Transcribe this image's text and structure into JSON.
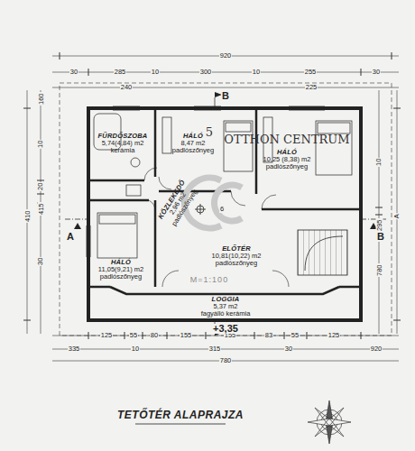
{
  "diagram": {
    "title": "TETŐTÉR ALAPRAJZA",
    "nodes": [
      {
        "text": [
          "FÜRDŐSZOBA",
          "5,74(4,84) m2",
          "kerámia"
        ]
      },
      {
        "text": [
          "HÁLÓ",
          "8,47 m2",
          "padlószőnyeg"
        ]
      },
      {
        "text": [
          "HÁLÓ",
          "10,25 (8,38) m2",
          "padlószőnyeg"
        ]
      },
      {
        "text": [
          "KÖZLEKEDŐ",
          "2,96 m2",
          "padlószőnyeg"
        ]
      },
      {
        "text": [
          "HÁLÓ",
          "11,05(9,21) m2",
          "padlószőnyeg"
        ]
      },
      {
        "text": [
          "ELŐTÉR",
          "10,81(10,22) m2",
          "padlószőnyeg"
        ]
      },
      {
        "text": [
          "LOGGIA",
          "5,37 m2",
          "fagyálló kerámia"
        ]
      }
    ],
    "labels": [
      "920",
      "30",
      "285",
      "10",
      "300",
      "10",
      "255",
      "30",
      "240",
      "225",
      "125",
      "55",
      "80",
      "155",
      "155",
      "83",
      "55",
      "125",
      "335",
      "10",
      "315",
      "30",
      "920",
      "780",
      "410",
      "30",
      "160",
      "10",
      "20",
      "415",
      "10",
      "295",
      "780",
      "A",
      "A",
      "B",
      "B",
      "+3,35",
      "6",
      "5",
      "OTTHON CENTRUM",
      "M=1:100"
    ]
  }
}
